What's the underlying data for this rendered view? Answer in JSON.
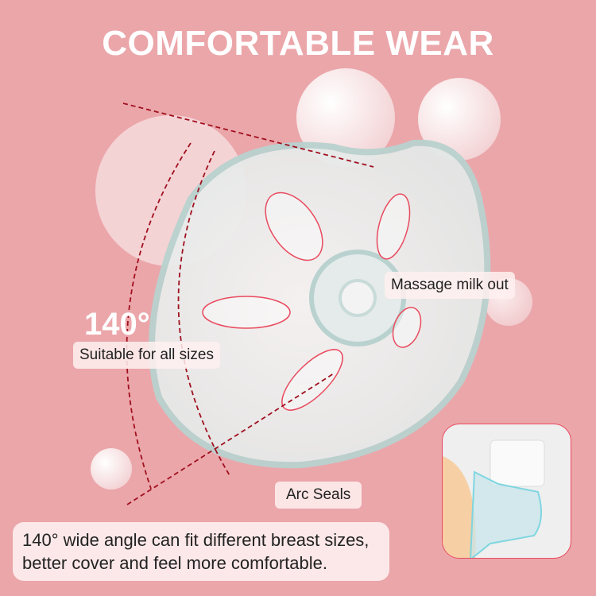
{
  "title": "COMFORTABLE WEAR",
  "angle_label": "140°",
  "labels": {
    "suitable": "Suitable for all sizes",
    "massage": "Massage milk out",
    "arc_seals": "Arc Seals"
  },
  "caption": {
    "line1": "140° wide angle can fit different breast sizes,",
    "line2": "better cover and feel more comfortable."
  },
  "colors": {
    "background": "#eba6aa",
    "accent": "#e94a5e",
    "dash": "#a0101e"
  }
}
